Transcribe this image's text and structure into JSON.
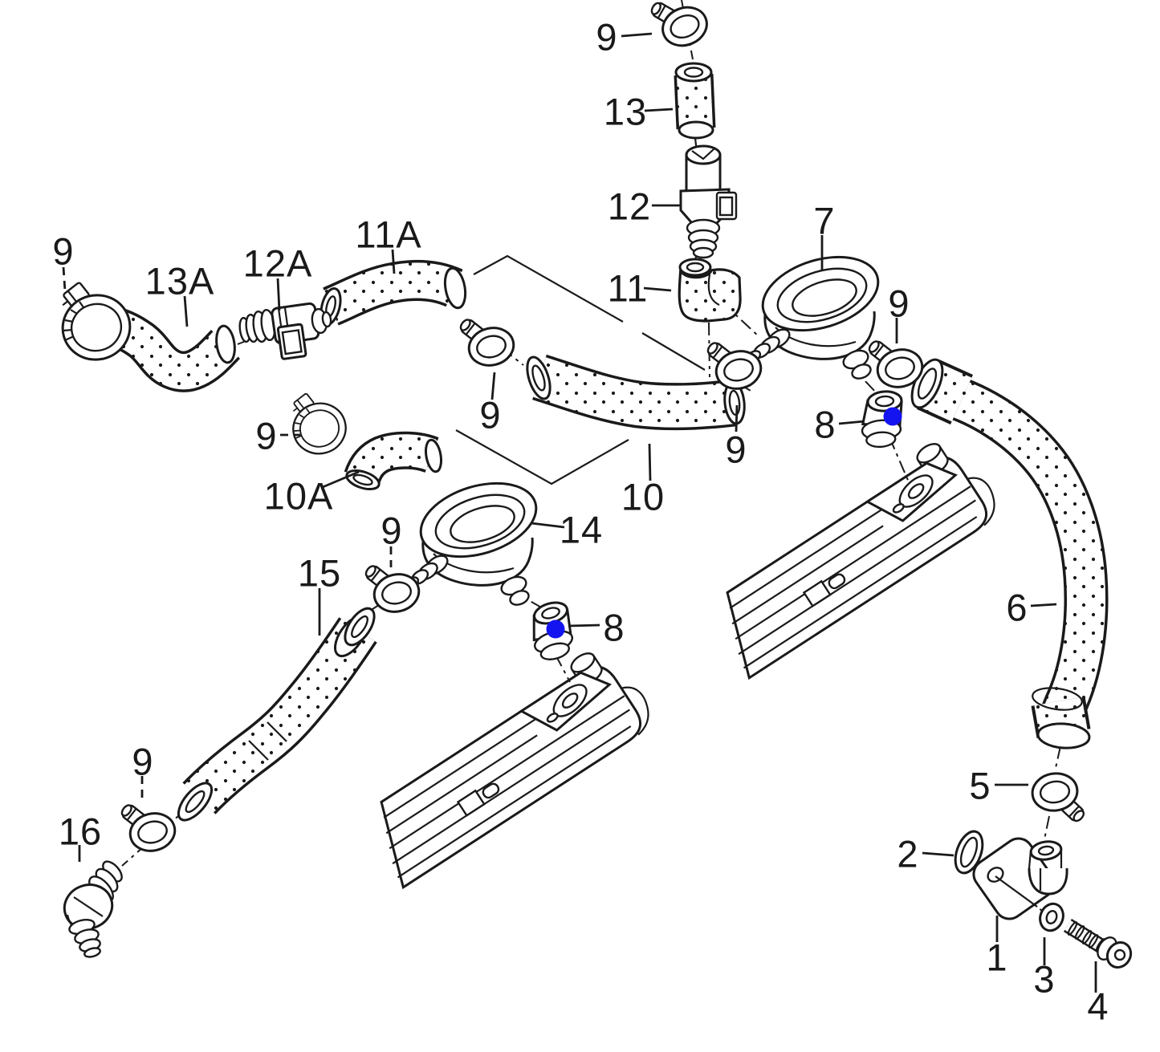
{
  "diagram": {
    "background": "#ffffff",
    "line_color": "#1a1a1a",
    "highlight_color": "#1414f0",
    "highlighted_part": "8"
  },
  "labels": [
    {
      "text": "9"
    },
    {
      "text": "13"
    },
    {
      "text": "12"
    },
    {
      "text": "7"
    },
    {
      "text": "9"
    },
    {
      "text": "13A"
    },
    {
      "text": "12A"
    },
    {
      "text": "11A"
    },
    {
      "text": "11"
    },
    {
      "text": "9"
    },
    {
      "text": "9"
    },
    {
      "text": "10A"
    },
    {
      "text": "10"
    },
    {
      "text": "9"
    },
    {
      "text": "9"
    },
    {
      "text": "8"
    },
    {
      "text": "14"
    },
    {
      "text": "9"
    },
    {
      "text": "8"
    },
    {
      "text": "15"
    },
    {
      "text": "9"
    },
    {
      "text": "16"
    },
    {
      "text": "6"
    },
    {
      "text": "5"
    },
    {
      "text": "2"
    },
    {
      "text": "1"
    },
    {
      "text": "3"
    },
    {
      "text": "4"
    }
  ],
  "markers": [
    {
      "label": "8",
      "side": "right"
    },
    {
      "label": "8",
      "side": "left"
    }
  ]
}
